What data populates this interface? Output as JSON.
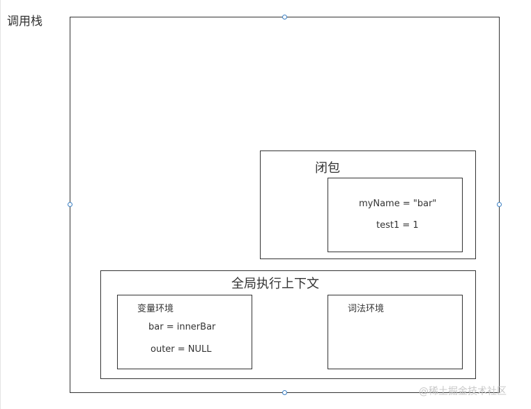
{
  "call_stack_label": "调用栈",
  "closure": {
    "title": "闭包",
    "entries": [
      "myName = \"bar\"",
      "test1 = 1"
    ]
  },
  "global_context": {
    "title": "全局执行上下文",
    "variable_env": {
      "title": "变量环境",
      "entries": [
        "bar = innerBar",
        "outer = NULL"
      ]
    },
    "lexical_env": {
      "title": "词法环境"
    }
  },
  "watermark": "@稀土掘金技术社区"
}
